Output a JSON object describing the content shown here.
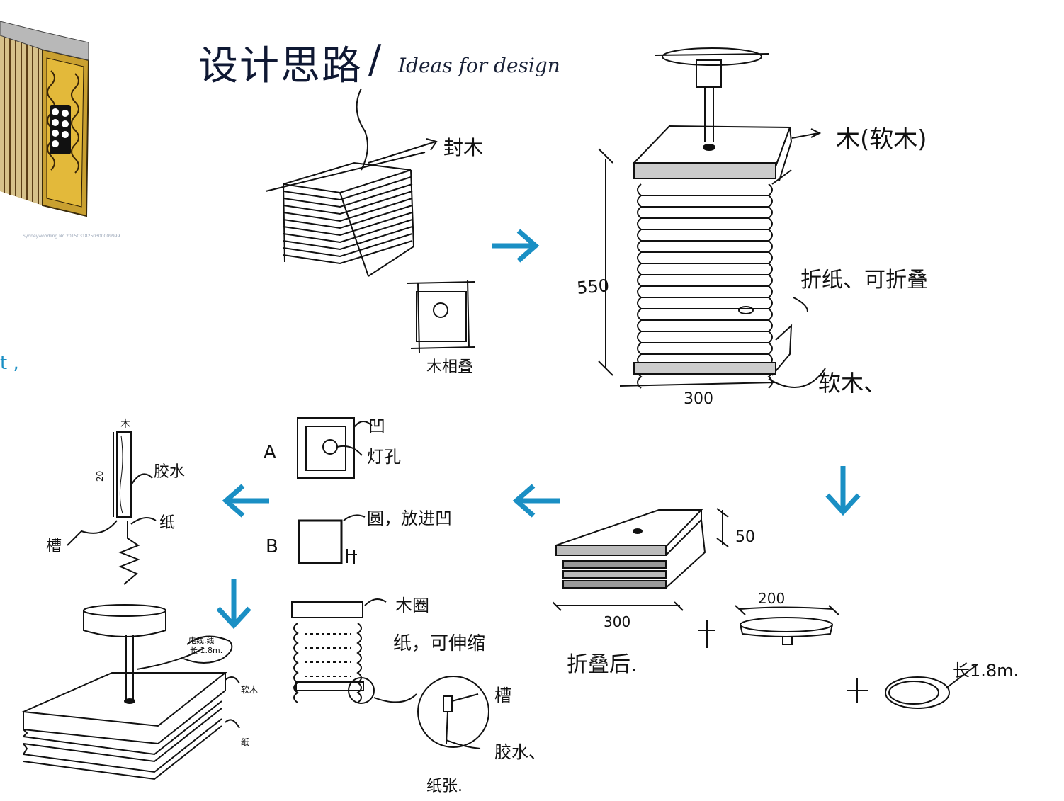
{
  "header": {
    "title": "设计思路",
    "slash": "/",
    "subtitle": "Ideas for design"
  },
  "side_text": "t ,",
  "watermark": "Sydneywoodling No.20150318250300009999",
  "colors": {
    "accent_arrow": "#1a8fc4",
    "title": "#0f1833",
    "ink": "#111111"
  },
  "sketch1": {
    "label_top": "封木",
    "label_bottom": "木相叠"
  },
  "sketch2": {
    "top": "木(软木)",
    "middle": "折纸、可折叠",
    "bottom": "软木、",
    "height": "550",
    "width": "300"
  },
  "sketch3": {
    "height": "50",
    "width": "300",
    "caption": "折叠后.",
    "disc_width": "200",
    "cable": "长1.8m.",
    "plus1": "+",
    "plus2": "+"
  },
  "sketch4": {
    "option_a": "A",
    "concave": "凹",
    "hole": "灯孔",
    "option_b": "B",
    "circle": "圆，放进凹"
  },
  "sketch5": {
    "top": "木圈",
    "middle": "纸，可伸缩",
    "detail_top": "槽",
    "detail_glue": "胶水、",
    "detail_paper": "纸张."
  },
  "sketch6": {
    "dim": "20",
    "top": "木",
    "glue": "胶水",
    "paper": "纸",
    "groove": "槽"
  },
  "sketch7": {
    "cable": "电线.线",
    "cable_len": "长 1.8m.",
    "softwood": "软木",
    "paper": "纸"
  }
}
